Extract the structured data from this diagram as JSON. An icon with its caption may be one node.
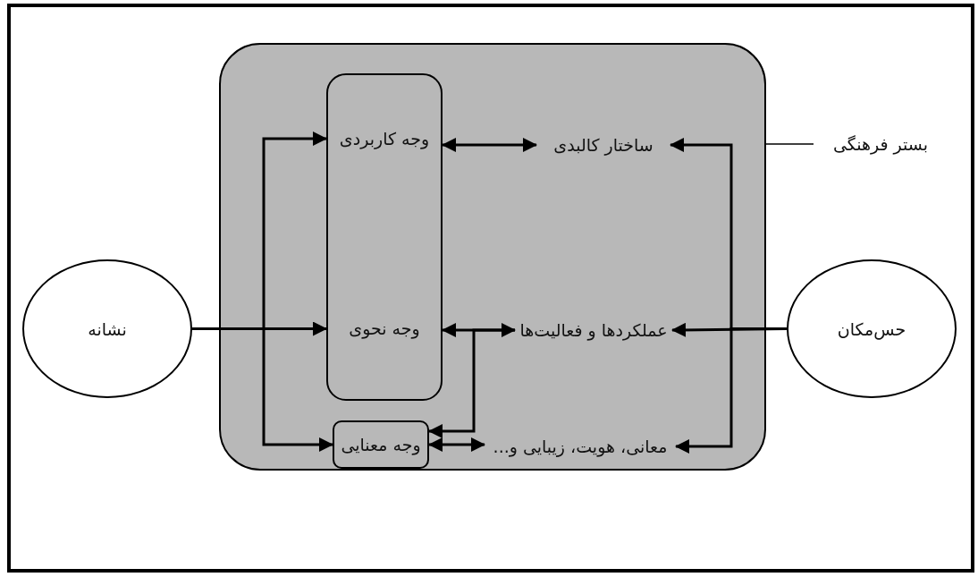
{
  "diagram": {
    "nodes": [
      {
        "text": [],
        "shape": "box"
      },
      {
        "text": [
          "بستر فرهنگی"
        ]
      },
      {
        "text": [
          "وجه کاربردی",
          "وجه نحوی"
        ],
        "in": 0
      },
      {
        "text": [
          "وجه معنایی"
        ],
        "in": 0
      },
      {
        "text": [
          "ساختار کالبدی"
        ],
        "in": 0
      },
      {
        "text": [
          "عملکردها و فعالیت‌ها"
        ],
        "in": 0
      },
      {
        "text": [
          "معانی، هویت، زیبایی و..."
        ],
        "in": 0
      },
      {
        "text": [
          "نشانه"
        ]
      },
      {
        "text": [
          "حس‌مکان"
        ]
      }
    ],
    "edges": [
      {
        "from": 7,
        "to": 2,
        "arrow": "to"
      },
      {
        "from": 7,
        "to": 2,
        "arrow": "to"
      },
      {
        "from": 7,
        "to": 3,
        "arrow": "to"
      },
      {
        "from": 8,
        "to": 4,
        "arrow": "to"
      },
      {
        "from": 8,
        "to": 5,
        "arrow": "to"
      },
      {
        "from": 8,
        "to": 6,
        "arrow": "to"
      },
      {
        "from": 2,
        "to": 4,
        "arrow": "both"
      },
      {
        "from": 2,
        "to": 5,
        "arrow": "both"
      },
      {
        "from": 5,
        "to": 3,
        "arrow": "to"
      },
      {
        "from": 3,
        "to": 6,
        "arrow": "both"
      },
      {
        "from": 1,
        "to": 0,
        "arrow": "none"
      }
    ]
  }
}
